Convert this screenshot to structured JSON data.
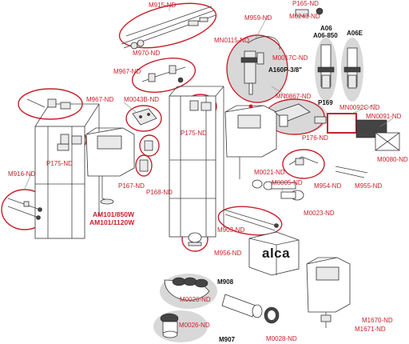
{
  "diagram": {
    "brand_logo": "alca",
    "colors": {
      "accent": "#c8202b",
      "line": "#444444",
      "highlight": "#d8d8d8"
    },
    "frame_labels": {
      "frame_left_a": "AM101/850W",
      "frame_left_b": "AM101/1120W"
    },
    "part_labels": {
      "M915": "M915-ND",
      "P165": "P165-ND",
      "M0243": "M0243-ND",
      "M959": "M959-ND",
      "MN0115": "MN0115-ND",
      "M0017C": "M0017C-ND",
      "A160P": "A160P-3/8\"",
      "A06": "A06",
      "A06_850": "A06-850",
      "A06E": "A06E",
      "M970": "M970-ND",
      "M967_top": "M967-ND",
      "M967_left": "M967-ND",
      "M0043B": "M0043B-ND",
      "MN0867": "MN0867-ND",
      "P169": "P169",
      "MN0092C": "MN0092C-ND",
      "MN0091": "MN0091-ND",
      "P175_right": "P175-ND",
      "P176": "P176-ND",
      "P175_left": "P175-ND",
      "M0080": "M0080-ND",
      "M0021": "M0021-ND",
      "M0005": "M0005-ND",
      "M954": "M954-ND",
      "M955": "M955-ND",
      "M916": "M916-ND",
      "P167": "P167-ND",
      "P168": "P168-ND",
      "M0023": "M0023-ND",
      "M903": "M903-ND",
      "M956": "M956-ND",
      "M908": "M908",
      "M0026_top": "M0026-ND",
      "M0026_bottom": "M0026-ND",
      "M907": "M907",
      "M0028": "M0028-ND",
      "M1670": "M1670-ND",
      "M1671": "M1671-ND"
    }
  }
}
